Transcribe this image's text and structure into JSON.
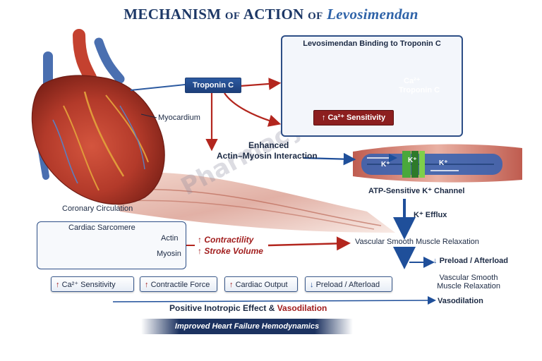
{
  "title": {
    "part1": "MECHANISM",
    "part2": "OF",
    "part3": "ACTION",
    "part4": "OF",
    "drug": "Levosimendan"
  },
  "labels": {
    "troponin_c": "Troponin C",
    "myocardium": "Myocardium",
    "coronary_circulation": "Coronary Circulation",
    "enhanced": "Enhanced",
    "actin_myosin": "Actin–Myosin Interaction",
    "atp_channel": "ATP-Sensitive K⁺ Channel",
    "k_efflux": "K⁺ Efflux",
    "vascular_relax": "Vascular Smooth Muscle Relaxation",
    "preload_afterload": "Preload / Afterload",
    "vascular_relax_2a": "Vascular Smooth",
    "vascular_relax_2b": "Muscle Relaxation",
    "vasodilation": "Vasodilation",
    "watermark": "PharmacyFreak"
  },
  "inset": {
    "title": "Levosimendan Binding to Troponin C",
    "ca_troponin_1": "Ca²⁺",
    "ca_troponin_2": "Troponin C",
    "sensitivity": "Ca²⁺ Sensitivity",
    "channel_k1": "K⁺",
    "channel_k2": "K⁺",
    "channel_k3": "K⁺"
  },
  "sarcomere": {
    "title": "Cardiac Sarcomere",
    "actin": "Actin",
    "myosin": "Myosin"
  },
  "effects": {
    "contractility": "Contractility",
    "stroke_volume": "Stroke Volume"
  },
  "pills": [
    {
      "arrow": "up",
      "text": "Ca²⁺ Sensitivity"
    },
    {
      "arrow": "up",
      "text": "Contractile Force"
    },
    {
      "arrow": "up",
      "text": "Cardiac Output"
    },
    {
      "arrow": "down",
      "text": "Preload / Afterload"
    }
  ],
  "bottom": {
    "positive_inotropic": "Positive Inotropic Effect &",
    "vasodilation_word": "Vasodilation",
    "banner": "Improved Heart Failure Hemodynamics"
  },
  "colors": {
    "title_navy": "#1c3766",
    "accent_blue": "#2c5aa0",
    "accent_red": "#a11d1d",
    "heart_red": "#b8362a",
    "vessel_blue": "#4a6fb0"
  }
}
